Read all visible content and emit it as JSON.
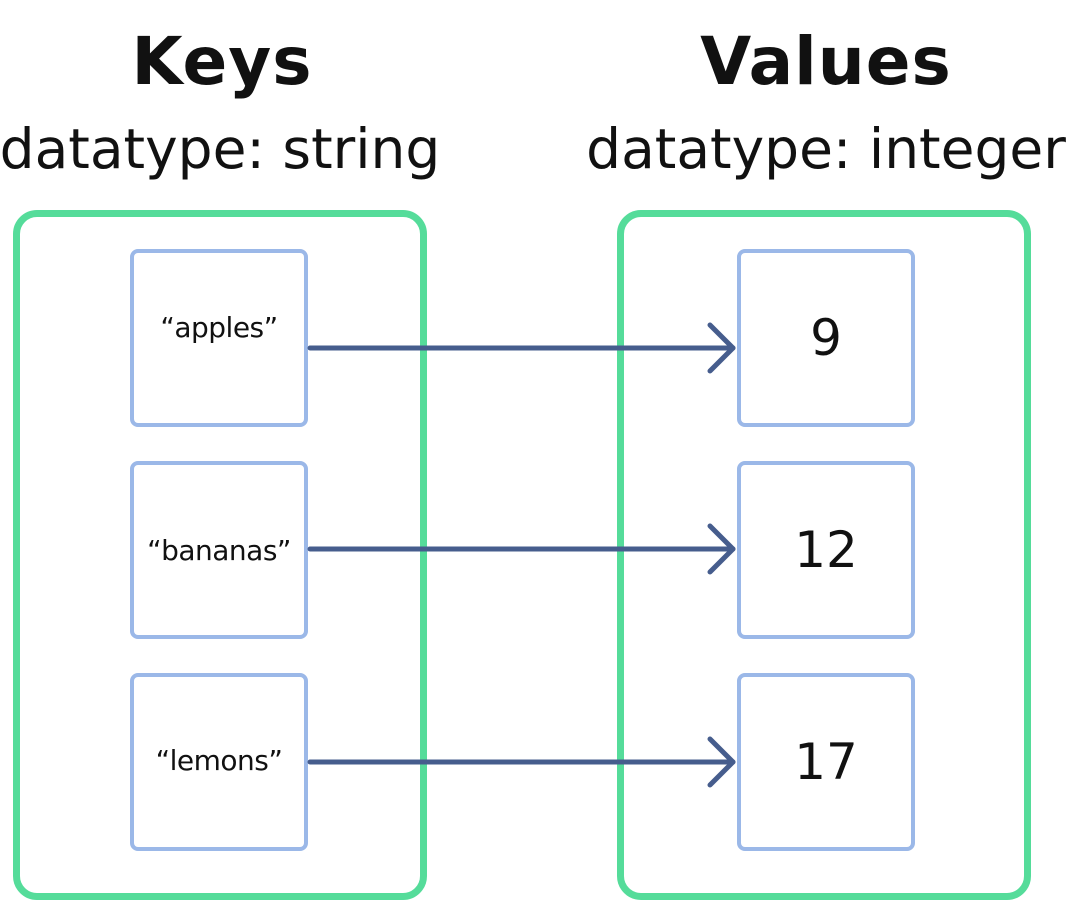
{
  "keys": {
    "title": "Keys",
    "datatype": "datatype: string",
    "items": [
      "“apples”",
      "“bananas”",
      "“lemons”"
    ]
  },
  "values": {
    "title": "Values",
    "datatype": "datatype: integer",
    "items": [
      "9",
      "12",
      "17"
    ]
  },
  "colors": {
    "group_border": "#55dc9a",
    "cell_border": "#9bb8e8",
    "arrow": "#465d8d",
    "text": "#111111"
  }
}
